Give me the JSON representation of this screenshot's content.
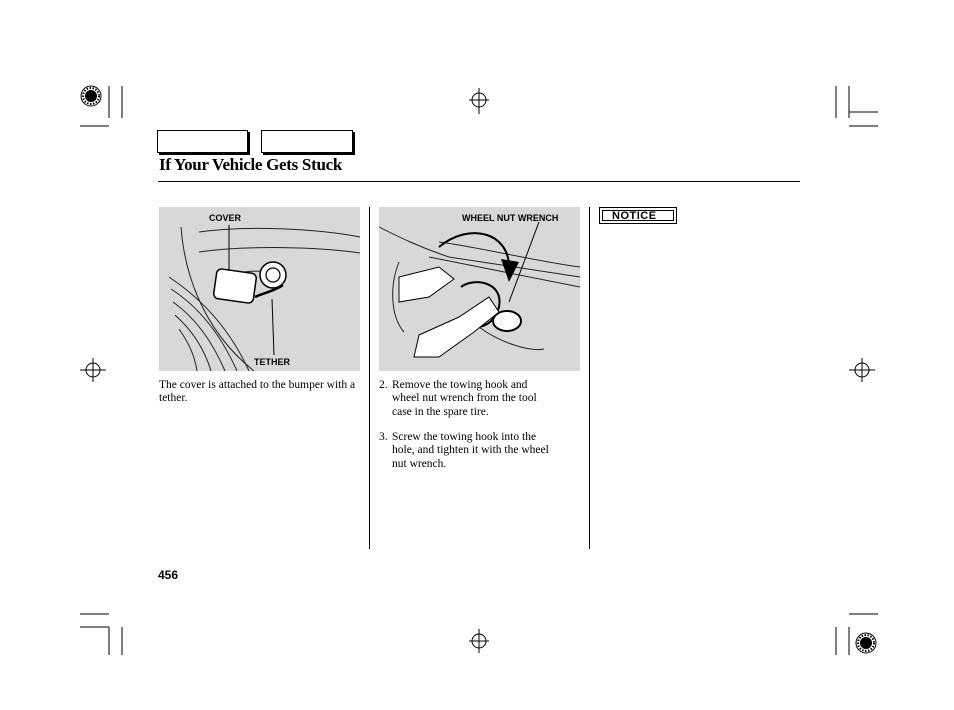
{
  "header": {
    "title": "If Your Vehicle Gets Stuck"
  },
  "figures": {
    "left": {
      "cover_label": "COVER",
      "tether_label": "TETHER"
    },
    "middle": {
      "wrench_label": "WHEEL NUT WRENCH"
    }
  },
  "column_left": {
    "caption": "The cover is attached to the bumper with a tether."
  },
  "column_middle": {
    "steps": [
      {
        "num": "2.",
        "lines": [
          "Remove the towing hook and",
          "wheel nut wrench from the tool",
          "case in the spare tire."
        ]
      },
      {
        "num": "3.",
        "lines": [
          "Screw the towing hook into the",
          "hole, and tighten it with the wheel",
          "nut wrench."
        ]
      }
    ]
  },
  "column_right": {
    "notice_label": "NOTICE"
  },
  "footer": {
    "page_number": "456"
  }
}
